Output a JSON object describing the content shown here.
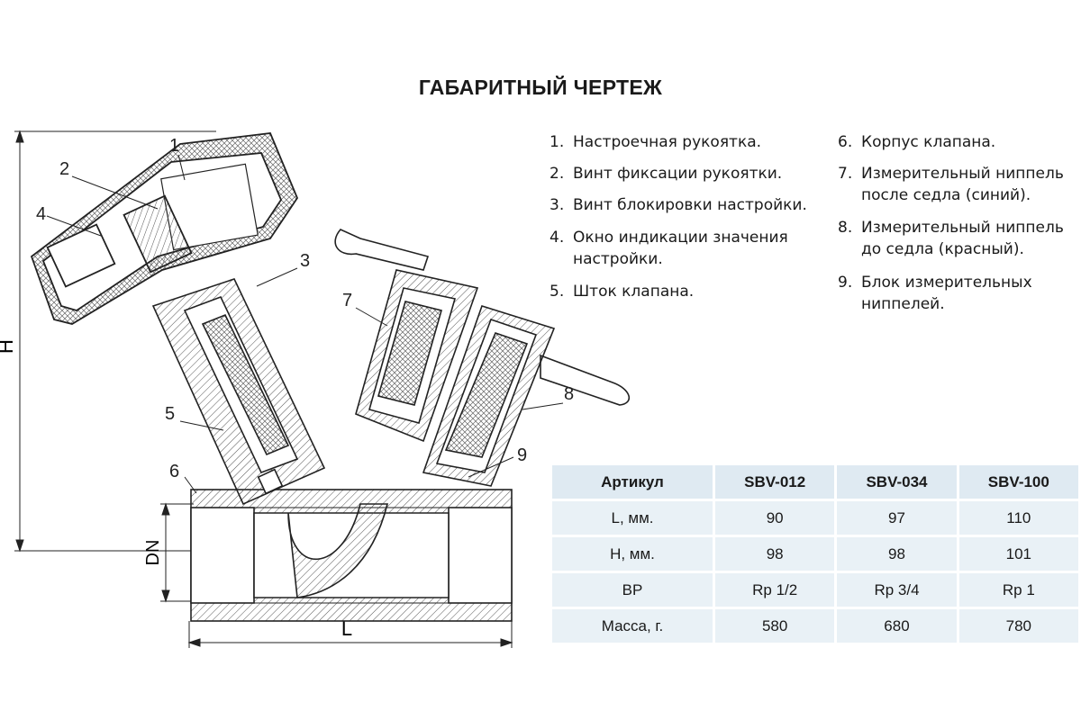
{
  "title": "ГАБАРИТНЫЙ ЧЕРТЕЖ",
  "dimension_labels": {
    "height": "H",
    "diameter": "DN",
    "length": "L"
  },
  "callout_numbers": [
    "1",
    "2",
    "3",
    "4",
    "5",
    "6",
    "7",
    "8",
    "9"
  ],
  "legend_left": [
    {
      "num": "1.",
      "line1": "Настроечная рукоятка.",
      "line2": ""
    },
    {
      "num": "2.",
      "line1": "Винт фиксации рукоятки.",
      "line2": ""
    },
    {
      "num": "3.",
      "line1": "Винт блокировки настройки.",
      "line2": ""
    },
    {
      "num": "4.",
      "line1": "Окно индикации значения",
      "line2": "настройки."
    },
    {
      "num": "5.",
      "line1": "Шток клапана.",
      "line2": ""
    }
  ],
  "legend_right": [
    {
      "num": "6.",
      "line1": "Корпус клапана.",
      "line2": ""
    },
    {
      "num": "7.",
      "line1": "Измерительный ниппель",
      "line2": "после седла (синий)."
    },
    {
      "num": "8.",
      "line1": "Измерительный ниппель",
      "line2": "до седла (красный)."
    },
    {
      "num": "9.",
      "line1": "Блок измерительных",
      "line2": "ниппелей."
    }
  ],
  "table": {
    "headers": [
      "Артикул",
      "SBV-012",
      "SBV-034",
      "SBV-100"
    ],
    "rows": [
      [
        "L, мм.",
        "90",
        "97",
        "110"
      ],
      [
        "H, мм.",
        "98",
        "98",
        "101"
      ],
      [
        "BP",
        "Rp 1/2",
        "Rp 3/4",
        "Rp 1"
      ],
      [
        "Масса, г.",
        "580",
        "680",
        "780"
      ]
    ]
  },
  "colors": {
    "table_bg": "#e9f1f6",
    "line": "#222222",
    "hatch": "#555555"
  }
}
